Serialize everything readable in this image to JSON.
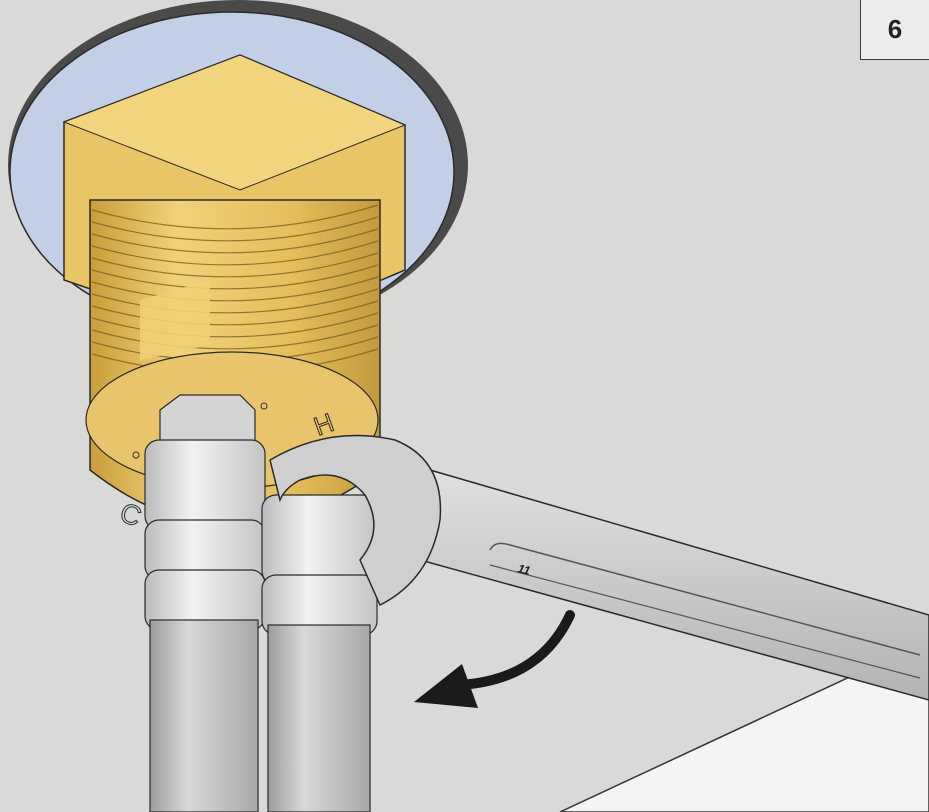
{
  "step": {
    "number": "6"
  },
  "fitting_markings": {
    "hot": "H",
    "cold": "C"
  },
  "wrench": {
    "size_label": "11"
  },
  "colors": {
    "background": "#d9d9d7",
    "brass": "#e6c25e",
    "brass_dark": "#c9a13f",
    "washer": "#c3cfe6",
    "steel": "#c9c9c9",
    "pipe": "#bdbdbd",
    "arrow": "#1a1a1a",
    "outline": "#2a2a2a"
  },
  "icons": {
    "rotation_arrow": "curved-arrow-icon"
  }
}
